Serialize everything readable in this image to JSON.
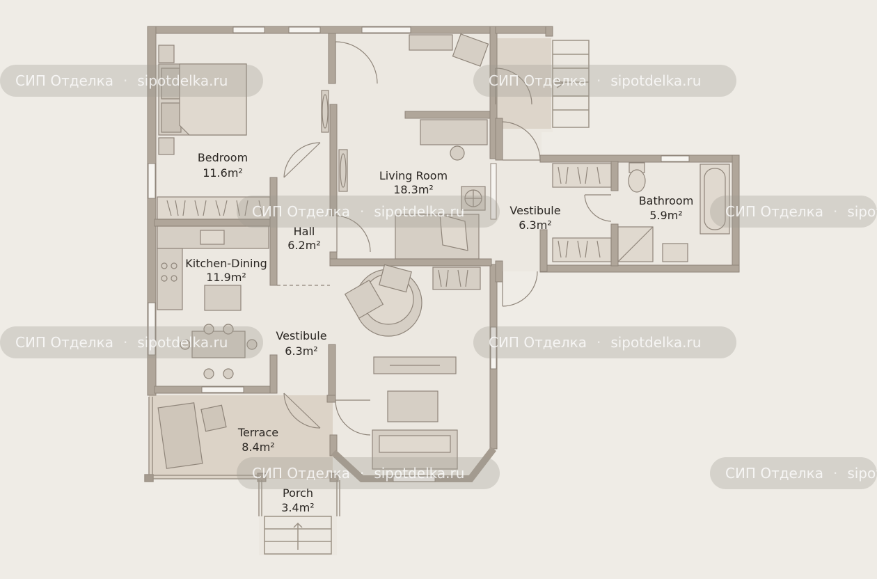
{
  "colors": {
    "background": "#efece6",
    "wall": "#a59b8f",
    "floor": "#ece8e1",
    "furniture": "#d6cfc5",
    "stroke": "#8f857a",
    "shade": "#ddd5ca"
  },
  "rooms": {
    "bedroom": {
      "name": "Bedroom",
      "area": "11.6m²"
    },
    "living_room": {
      "name": "Living Room",
      "area": "18.3m²"
    },
    "hall": {
      "name": "Hall",
      "area": "6.2m²"
    },
    "kitchen_dining": {
      "name": "Kitchen-Dining",
      "area": "11.9m²"
    },
    "vestibule_center": {
      "name": "Vestibule",
      "area": "6.3m²"
    },
    "vestibule_right": {
      "name": "Vestibule",
      "area": "6.3m²"
    },
    "bathroom": {
      "name": "Bathroom",
      "area": "5.9m²"
    },
    "terrace": {
      "name": "Terrace",
      "area": "8.4m²"
    },
    "porch": {
      "name": "Porch",
      "area": "3.4m²"
    }
  },
  "watermark": {
    "brand": "СИП Отделка",
    "separator": "·",
    "site": "sipotdelka.ru"
  }
}
